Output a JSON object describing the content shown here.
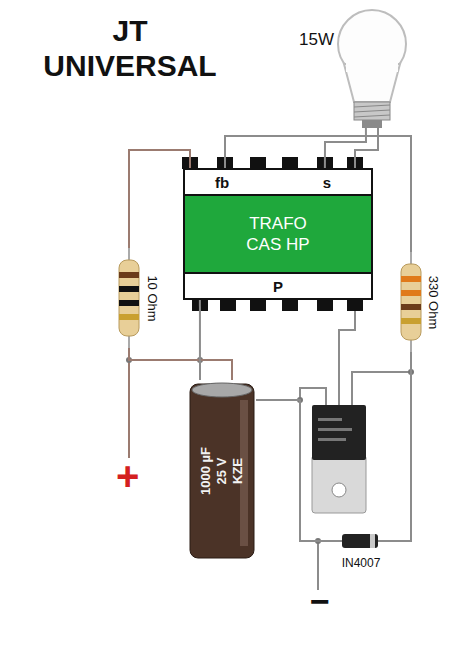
{
  "diagram": {
    "title": "JT UNIVERSAL",
    "nodes": [
      {
        "text": [
          "fb",
          "s",
          "TRAFO CAS HP",
          "P"
        ]
      },
      {
        "text": [
          "15W"
        ]
      },
      {
        "text": [
          "10 Ohm"
        ]
      },
      {
        "text": [
          "330 Ohm"
        ]
      },
      {
        "text": [
          "1000 µF",
          "25 V",
          "KZE"
        ]
      },
      {
        "text": [
          "IN4007"
        ]
      }
    ],
    "edges": [
      {
        "from": 0,
        "to": 1,
        "arrow": "none"
      },
      {
        "from": 0,
        "to": 1,
        "arrow": "none"
      },
      {
        "from": 0,
        "to": 2,
        "arrow": "none"
      },
      {
        "from": 0,
        "to": 3,
        "arrow": "none"
      },
      {
        "from": 2,
        "to": 4,
        "arrow": "none"
      },
      {
        "from": 0,
        "to": 4,
        "arrow": "none"
      },
      {
        "from": 3,
        "to": 5,
        "arrow": "none"
      },
      {
        "from": 4,
        "to": 5,
        "arrow": "none"
      }
    ],
    "labels": [
      "+",
      "−"
    ]
  }
}
